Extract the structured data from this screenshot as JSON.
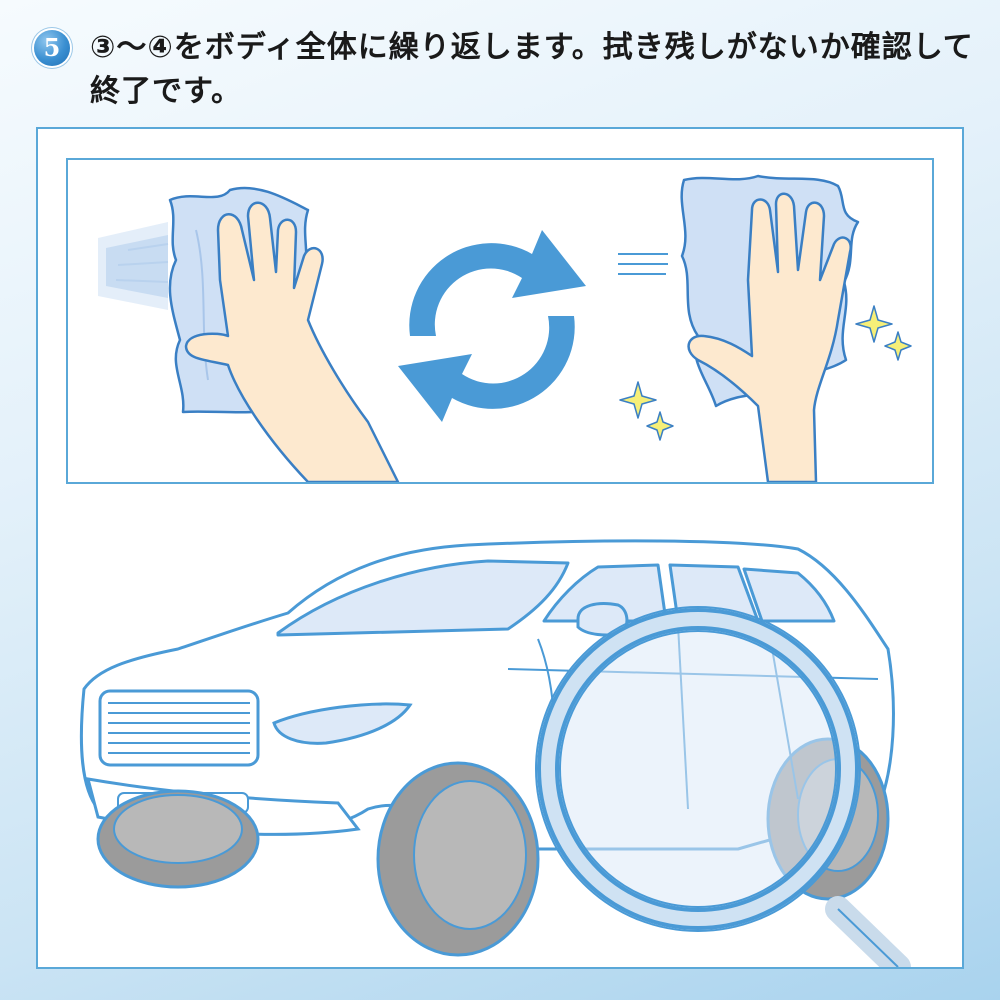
{
  "step": {
    "number": "5",
    "text": "③～④をボディ全体に繰り返します。拭き残しがないか確認して終了です。"
  },
  "illustration": {
    "top_panel": {
      "left_item": "hand-wiping-with-cloth",
      "center_item": "refresh-cycle-icon",
      "right_item": "hand-holding-cloth-with-sparkles"
    },
    "bottom_panel": {
      "item": "car-with-magnifying-glass"
    }
  },
  "colors": {
    "accent_blue": "#4a9ad6",
    "frame_blue": "#5aa8d8",
    "cloth_blue": "#cfe0f5",
    "skin": "#fde9cf",
    "sparkle_yellow": "#f6ef78",
    "car_glass": "#dde9f8",
    "tire_gray": "#9b9b9b"
  }
}
